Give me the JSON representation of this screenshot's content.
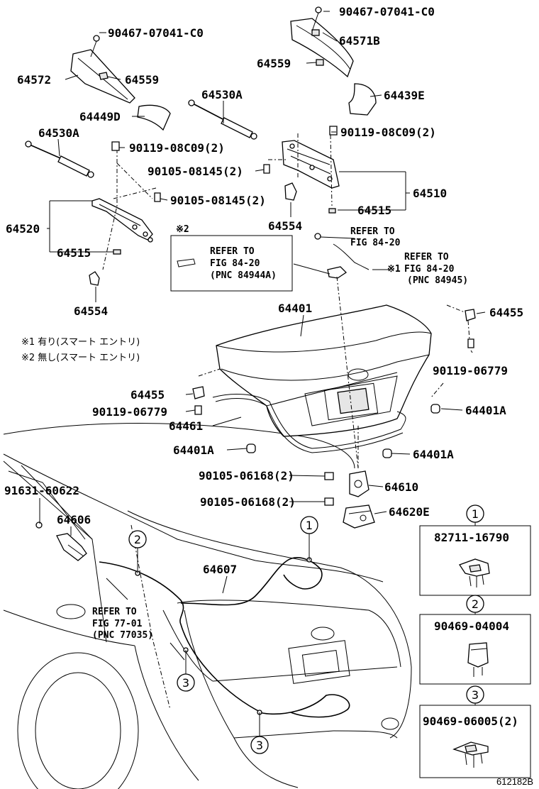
{
  "diagram_id": "612182B",
  "labels": {
    "p90467_a": "90467-07041-C0",
    "p90467_b": "90467-07041-C0",
    "p64571B": "64571B",
    "p64572": "64572",
    "p64559_l": "64559",
    "p64559_r": "64559",
    "p64439E": "64439E",
    "p64530A_top": "64530A",
    "p64449D": "64449D",
    "p64530A_left": "64530A",
    "p90119_08C09_r": "90119-08C09(2)",
    "p90119_08C09_l": "90119-08C09(2)",
    "p90105_08145_r": "90105-08145(2)",
    "p90105_08145_l": "90105-08145(2)",
    "p64510": "64510",
    "p64515_r": "64515",
    "p64520": "64520",
    "p64554_r": "64554",
    "p64515_l": "64515",
    "p64554_l": "64554",
    "p64401": "64401",
    "p64455_r": "64455",
    "p90119_06779_r": "90119-06779",
    "p64455_l": "64455",
    "p90119_06779_l": "90119-06779",
    "p64401A_r": "64401A",
    "p64461": "64461",
    "p64401A_l": "64401A",
    "p64401A_b": "64401A",
    "p90105_06168_a": "90105-06168(2)",
    "p64610": "64610",
    "p90105_06168_b": "90105-06168(2)",
    "p64620E": "64620E",
    "p91631": "91631-60622",
    "p64606": "64606",
    "p64607": "64607"
  },
  "refs": {
    "note2_mark": "※2",
    "ref_box": [
      "REFER TO",
      "FIG 84-20",
      "(PNC 84944A)"
    ],
    "ref_top": [
      "REFER TO",
      "FIG 84-20"
    ],
    "ref_right_mark": "※1",
    "ref_right": [
      "REFER TO",
      "FIG 84-20",
      "(PNC 84945)"
    ],
    "ref_left": [
      "REFER TO",
      "FIG 77-01",
      "(PNC 77035)"
    ]
  },
  "notes": {
    "note1": "※1 有り(スマート エントリ)",
    "note2": "※2 無し(スマート エントリ)"
  },
  "callouts": {
    "c1": "1",
    "c2": "2",
    "c3": "3"
  },
  "clips": [
    {
      "mark": "1",
      "part": "82711-16790"
    },
    {
      "mark": "2",
      "part": "90469-04004"
    },
    {
      "mark": "3",
      "part": "90469-06005(2)"
    }
  ]
}
